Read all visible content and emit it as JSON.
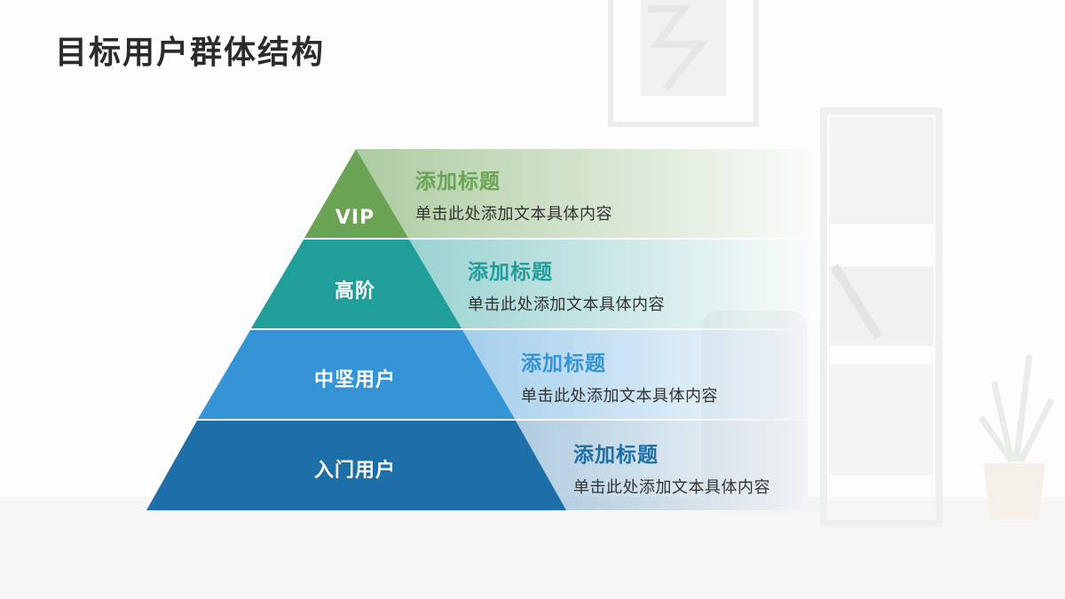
{
  "page": {
    "title": "目标用户群体结构"
  },
  "colors": {
    "tier1": "#6aa354",
    "tier2": "#1f9e9a",
    "tier3": "#3594d6",
    "tier4": "#1e6ea8",
    "title_text": "#2b2b2b",
    "desc_text": "#333333"
  },
  "tiers": [
    {
      "label": "VIP",
      "heading": "添加标题",
      "body": "单击此处添加文本具体内容"
    },
    {
      "label": "高阶",
      "heading": "添加标题",
      "body": "单击此处添加文本具体内容"
    },
    {
      "label": "中坚用户",
      "heading": "添加标题",
      "body": "单击此处添加文本具体内容"
    },
    {
      "label": "入门用户",
      "heading": "添加标题",
      "body": "单击此处添加文本具体内容"
    }
  ]
}
